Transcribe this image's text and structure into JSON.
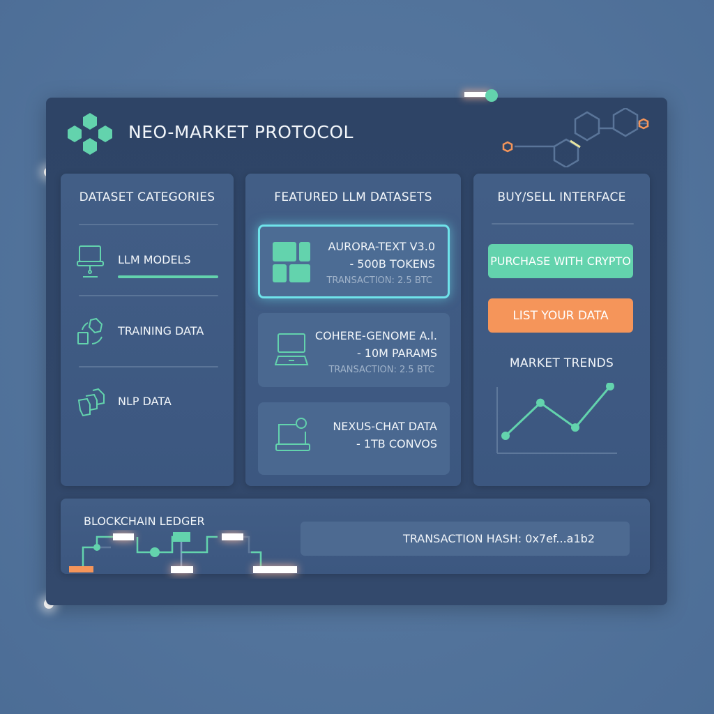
{
  "header": {
    "title": "NEO-MARKET PROTOCOL",
    "logo": "hexagon-cluster-icon",
    "decoration": "molecule-network-icon"
  },
  "categories": {
    "title": "DATASET CATEGORIES",
    "items": [
      {
        "label": "LLM MODELS",
        "icon": "monitor-icon",
        "active": true
      },
      {
        "label": "TRAINING DATA",
        "icon": "data-cycle-icon"
      },
      {
        "label": "NLP DATA",
        "icon": "documents-icon"
      }
    ]
  },
  "featured": {
    "title": "FEATURED LLM DATASETS",
    "items": [
      {
        "line1": "AURORA-TEXT V3.0",
        "line2": "- 500B TOKENS",
        "tx": "TRANSACTION: 2.5 BTC",
        "icon": "tiles-icon",
        "selected": true
      },
      {
        "line1": "COHERE-GENOME A.I.",
        "line2": "- 10M PARAMS",
        "tx": "TRANSACTION: 2.5 BTC",
        "icon": "laptop-icon"
      },
      {
        "line1": "NEXUS-CHAT DATA",
        "line2": "- 1TB CONVOS",
        "icon": "laptop-webcam-icon"
      }
    ]
  },
  "trade": {
    "title": "BUY/SELL INTERFACE",
    "buy": "PURCHASE WITH CRYPTO",
    "sell": "LIST YOUR DATA",
    "trends_title": "MARKET TRENDS"
  },
  "chart_data": {
    "type": "line",
    "values": [
      1,
      3,
      1.5,
      4
    ],
    "xlabel": "",
    "ylabel": "",
    "grid": false
  },
  "ledger": {
    "title": "BLOCKCHAIN LEDGER",
    "hash": "TRANSACTION HASH: 0x7ef...a1b2"
  },
  "colors": {
    "accent": "#63d3ad",
    "orange": "#f5955a",
    "panel": "#30476a",
    "background": "#53749b"
  }
}
